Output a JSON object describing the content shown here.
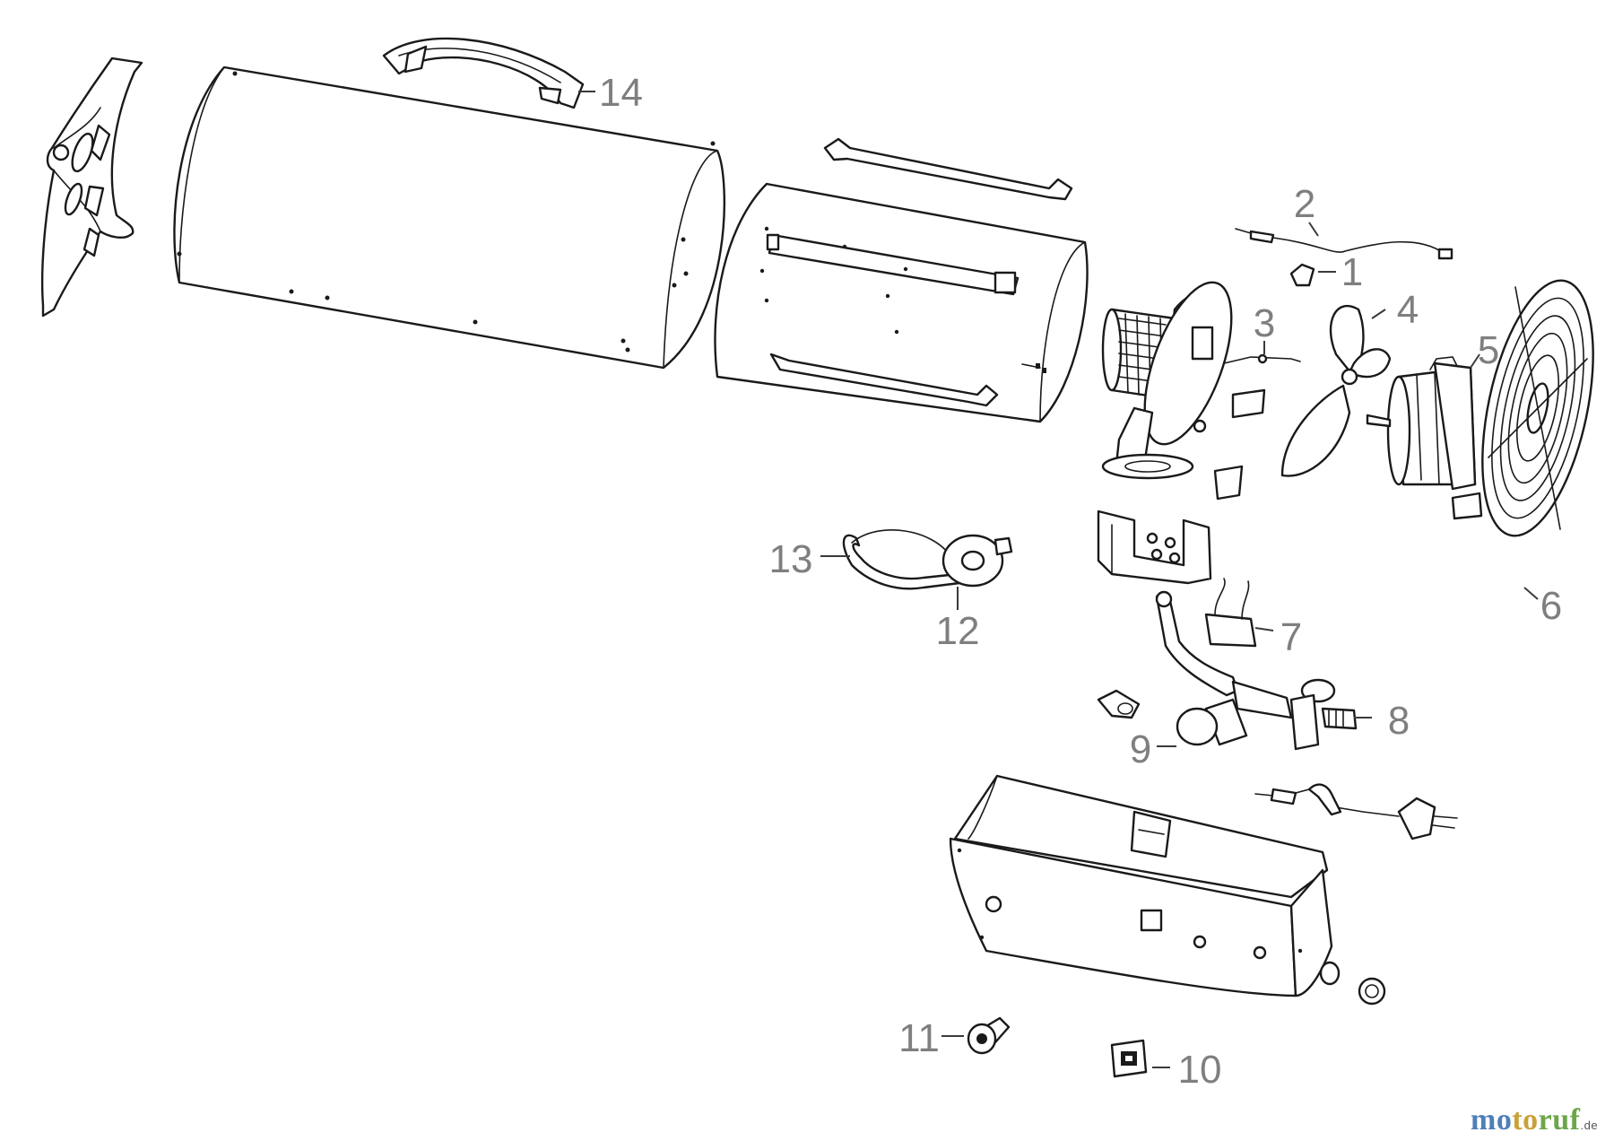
{
  "diagram": {
    "type": "exploded-parts-view",
    "callouts": [
      {
        "id": "1",
        "label": "1"
      },
      {
        "id": "2",
        "label": "2"
      },
      {
        "id": "3",
        "label": "3"
      },
      {
        "id": "4",
        "label": "4"
      },
      {
        "id": "5",
        "label": "5"
      },
      {
        "id": "6",
        "label": "6"
      },
      {
        "id": "7",
        "label": "7"
      },
      {
        "id": "8",
        "label": "8"
      },
      {
        "id": "9",
        "label": "9"
      },
      {
        "id": "10",
        "label": "10"
      },
      {
        "id": "11",
        "label": "11"
      },
      {
        "id": "12",
        "label": "12"
      },
      {
        "id": "13",
        "label": "13"
      },
      {
        "id": "14",
        "label": "14"
      }
    ],
    "colors": {
      "line": "#1a1a1a",
      "callout_text": "#7f7f7f",
      "background": "#ffffff"
    }
  },
  "watermark": {
    "text_part1": "mo",
    "text_part2": "to",
    "text_part3": "ruf",
    "tld": ".de",
    "colors": {
      "part1": "#4f7fb8",
      "part2": "#c7a13a",
      "part3": "#6da64a"
    }
  }
}
